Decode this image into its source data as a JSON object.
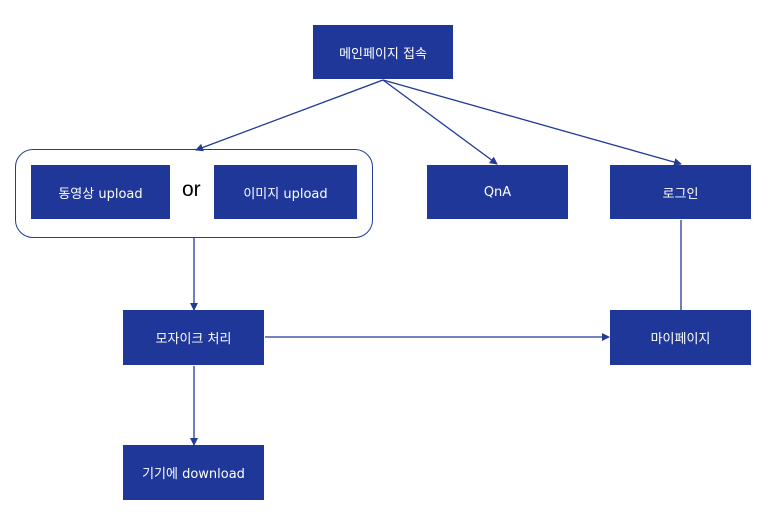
{
  "colors": {
    "node_fill": "#1f3799",
    "node_text": "#ffffff",
    "edge": "#233a96"
  },
  "nodes": {
    "main": "메인페이지 접속",
    "video_upload": "동영상 upload",
    "or": "or",
    "image_upload": "이미지 upload",
    "qna": "QnA",
    "login": "로그인",
    "mosaic": "모자이크 처리",
    "mypage": "마이페이지",
    "download": "기기에 download"
  },
  "edges": [
    {
      "from": "main",
      "to": "upload-group",
      "arrow": true
    },
    {
      "from": "main",
      "to": "qna",
      "arrow": true
    },
    {
      "from": "main",
      "to": "login",
      "arrow": true
    },
    {
      "from": "upload-group",
      "to": "mosaic",
      "arrow": true
    },
    {
      "from": "mosaic",
      "to": "mypage",
      "arrow": true
    },
    {
      "from": "login",
      "to": "mypage",
      "arrow": false
    },
    {
      "from": "mosaic",
      "to": "download",
      "arrow": true
    }
  ]
}
